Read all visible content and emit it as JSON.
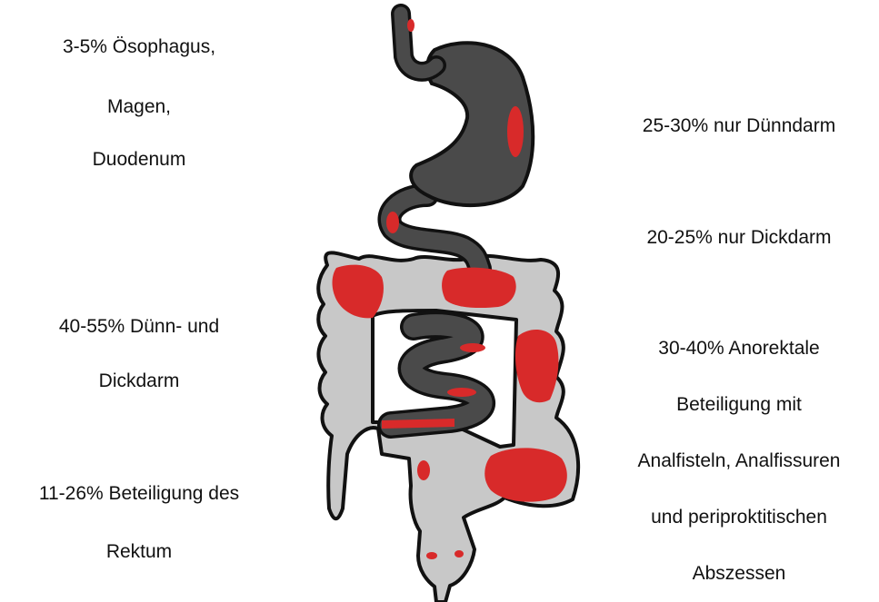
{
  "left_labels": [
    "3-5% Ösophagus,",
    "Magen,",
    "Duodenum",
    "40-55% Dünn- und",
    "Dickdarm",
    "11-26% Beteiligung des",
    "Rektum"
  ],
  "right_labels": [
    "25-30% nur Dünndarm",
    "20-25% nur Dickdarm",
    "30-40% Anorektale",
    "Beteiligung mit",
    "Analfisteln, Analfissuren",
    "und periproktitischen",
    "Abszessen"
  ],
  "colors": {
    "upper_gi": "#4a4a4a",
    "colon": "#c8c8c8",
    "outline": "#111111",
    "lesion": "#d82a2a"
  }
}
